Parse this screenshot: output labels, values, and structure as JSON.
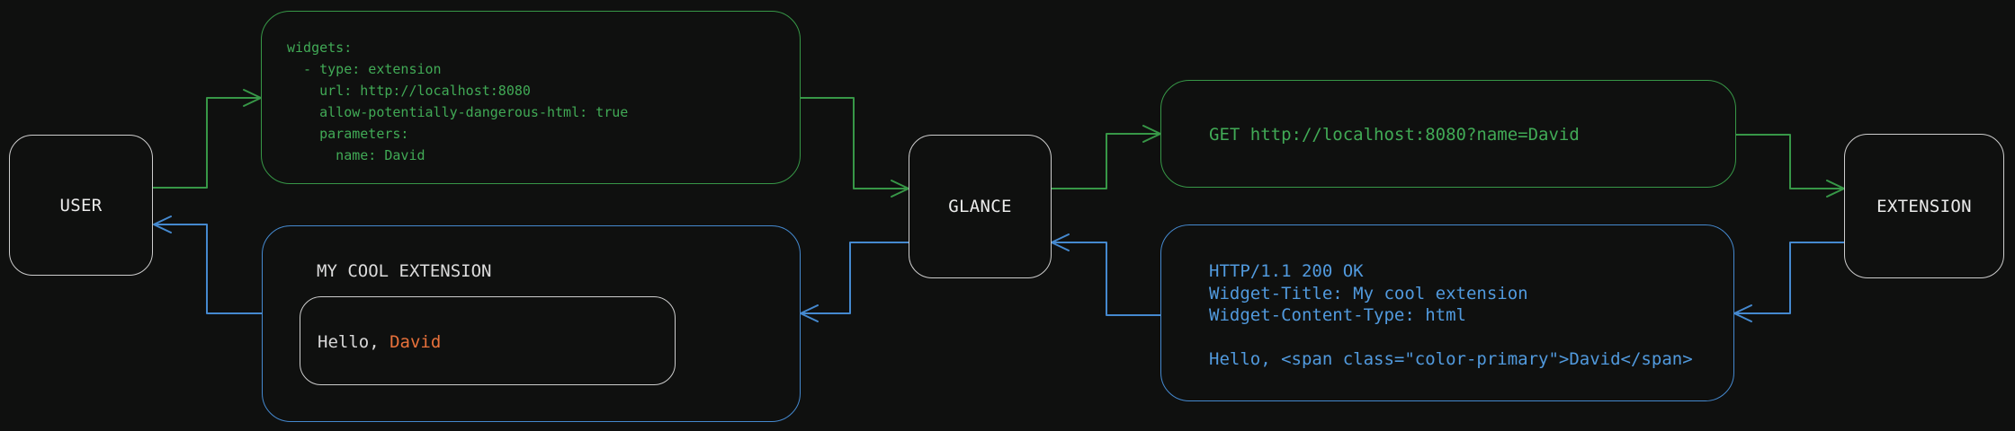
{
  "diagram": {
    "background_color": "#0f100f",
    "colors": {
      "request_green": "#379747",
      "green_text": "#41aa56",
      "response_blue": "#4589cf",
      "blue_text": "#519ade",
      "node_border_gray": "#cdcdcd",
      "label_white": "#ececec",
      "accent_orange": "#e8713b"
    },
    "nodes": {
      "user": {
        "label": "USER"
      },
      "glance": {
        "label": "GLANCE"
      },
      "extension": {
        "label": "EXTENSION"
      }
    },
    "config_box": {
      "code": "widgets:\n  - type: extension\n    url: http://localhost:8080\n    allow-potentially-dangerous-html: true\n    parameters:\n      name: David"
    },
    "request_box": {
      "code": "GET http://localhost:8080?name=David"
    },
    "response_box": {
      "code": "HTTP/1.1 200 OK\nWidget-Title: My cool extension\nWidget-Content-Type: html\n\nHello, <span class=\"color-primary\">David</span>"
    },
    "widget_box": {
      "title": "MY COOL EXTENSION",
      "greeting_prefix": "Hello, ",
      "greeting_name": "David"
    }
  }
}
